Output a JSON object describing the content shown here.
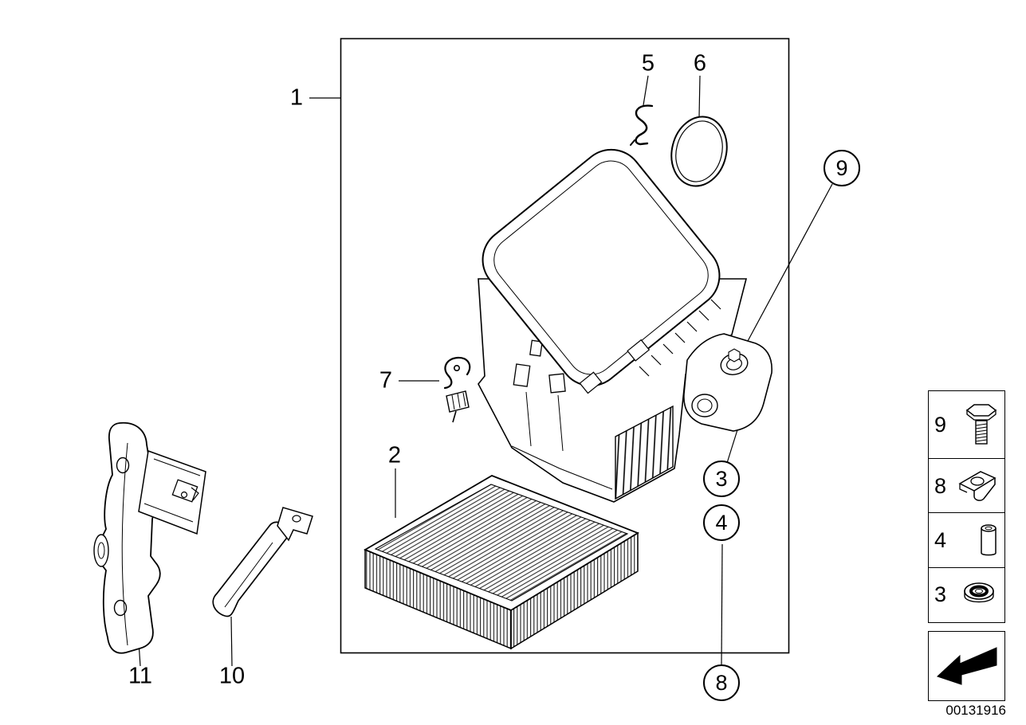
{
  "drawing": {
    "callouts": {
      "c1": "1",
      "c2": "2",
      "c3": "3",
      "c4": "4",
      "c5": "5",
      "c6": "6",
      "c7": "7",
      "c8": "8",
      "c9": "9",
      "c10": "10",
      "c11": "11"
    }
  },
  "legend": {
    "items": [
      {
        "label": "9",
        "icon": "hex-bolt-icon"
      },
      {
        "label": "8",
        "icon": "spring-clip-icon"
      },
      {
        "label": "4",
        "icon": "spacer-sleeve-icon"
      },
      {
        "label": "3",
        "icon": "rubber-grommet-icon"
      }
    ],
    "arrow_icon": "direction-arrow-icon"
  },
  "footer": {
    "part_number": "00131916"
  },
  "colors": {
    "line": "#000000",
    "background": "#ffffff"
  }
}
